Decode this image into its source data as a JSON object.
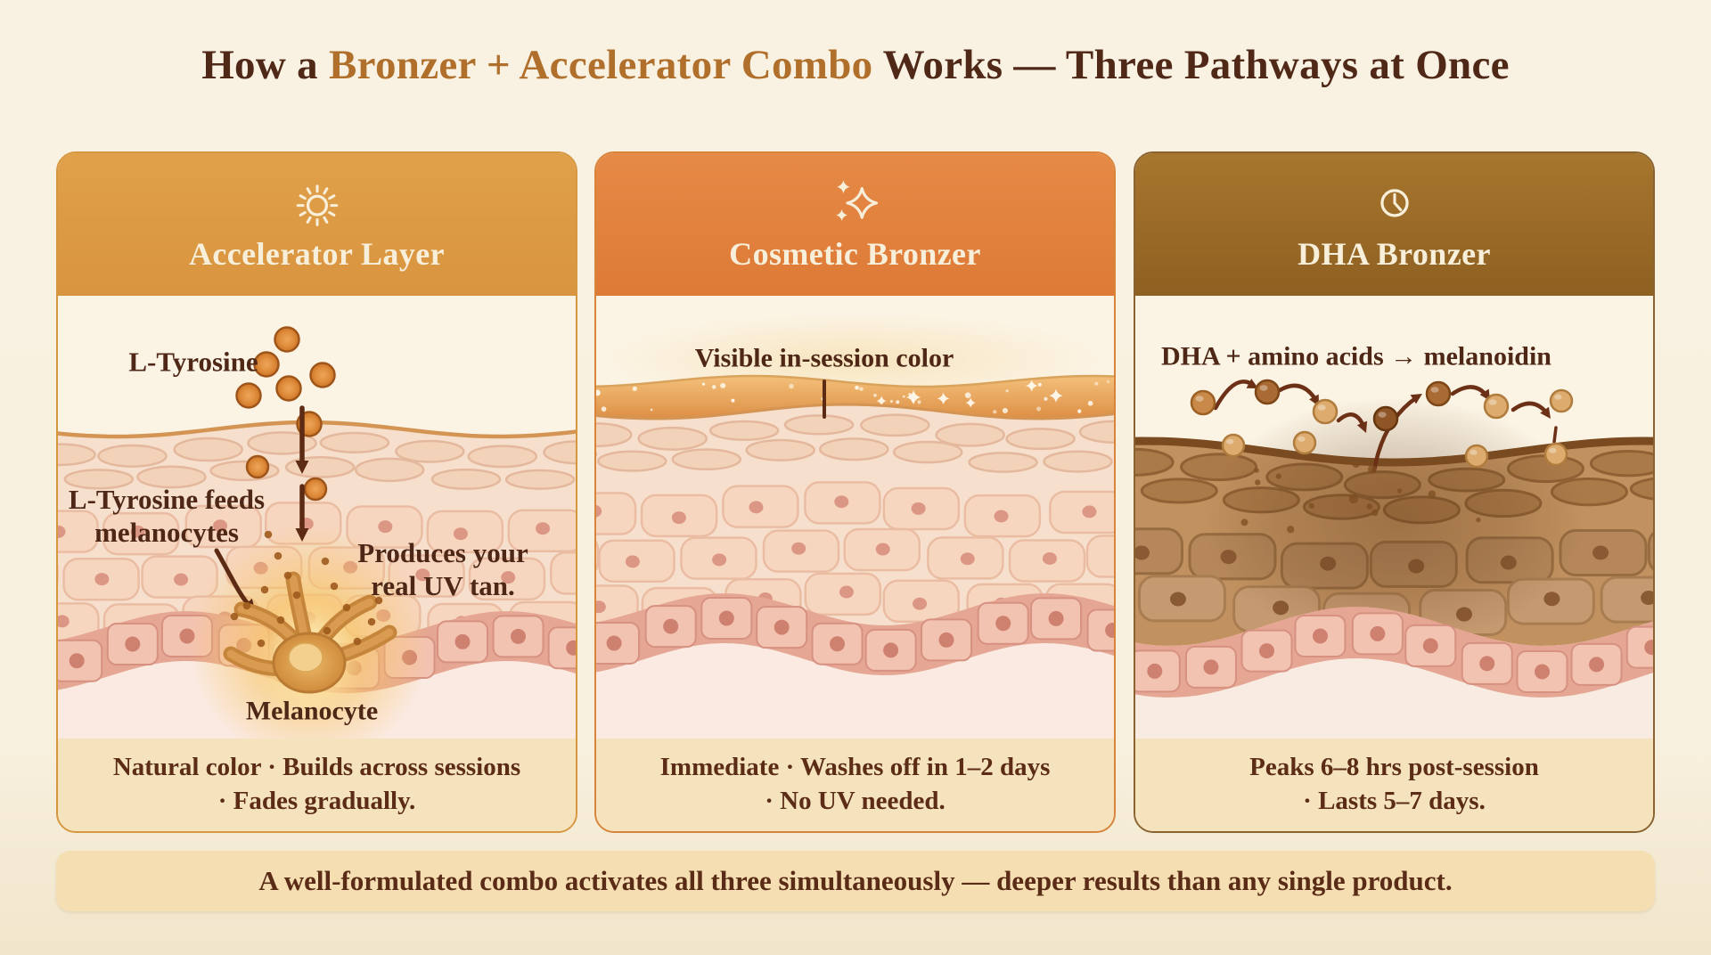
{
  "title": {
    "part1": "How a ",
    "accent": "Bronzer + Accelerator Combo",
    "part2": " Works — Three Pathways at Once"
  },
  "panels": [
    {
      "id": "accelerator",
      "icon": "sun-icon",
      "title": "Accelerator Layer",
      "labels": {
        "l_tyrosine": "L-Tyrosine",
        "feeds_line1": "L-Tyrosine feeds",
        "feeds_line2": "melanocytes",
        "produces_line1": "Produces your",
        "produces_line2": "real UV tan.",
        "melanocyte": "Melanocyte"
      },
      "caption_line1": "Natural color · Builds across sessions",
      "caption_line2": "· Fades gradually.",
      "header_color": "#e0a04a",
      "header_color2": "#d9943f",
      "border_color": "#d6973f"
    },
    {
      "id": "cosmetic",
      "icon": "sparkles-icon",
      "title": "Cosmetic Bronzer",
      "labels": {
        "surface": "Visible in-session color"
      },
      "caption_line1": "Immediate · Washes off in 1–2 days",
      "caption_line2": "· No UV needed.",
      "header_color": "#e68a47",
      "header_color2": "#dd7a36",
      "border_color": "#d8843a"
    },
    {
      "id": "dha",
      "icon": "clock-icon",
      "title": "DHA Bronzer",
      "labels": {
        "reaction": "DHA + amino acids → melanoidin"
      },
      "caption_line1": "Peaks 6–8 hrs post-session",
      "caption_line2": "· Lasts 5–7 days.",
      "header_color": "#a7762e",
      "header_color2": "#8e6021",
      "border_color": "#8a6331"
    }
  ],
  "banner": {
    "text": "A well-formulated combo activates all three simultaneously — deeper results than any single product."
  },
  "palette": {
    "page_bg": "#f8f1e1",
    "title_brown": "#4f2817",
    "title_accent": "#b0702c",
    "header_text": "#f8efda",
    "panel_body_bg": "#fbf3e4",
    "caption_bg": "#f4e3bd",
    "caption_text": "#5c2c17",
    "label_text": "#4e2716",
    "banner_bg": "#f4deb2",
    "banner_text": "#5a2b16",
    "arrow": "#5d2b13",
    "molecule_light": "#eda558",
    "molecule_dark": "#cf7527",
    "molecule_edge": "#9e551a",
    "skin_pink": {
      "epidermis": "#f6e0cd",
      "lens_fill": "#f3d2ba",
      "lens_stroke": "#e4b89c",
      "cell_fill": "#f7d6c0",
      "cell_stroke": "#eabda3",
      "nucleus": "#dc9784",
      "basal_bg": "#e5a693",
      "basal_cell": "#f3c3b1",
      "basal_stroke": "#d69181",
      "basal_nucleus": "#cf8170",
      "dermis": "#faeae2",
      "surface": "#d49554"
    },
    "skin_brown": {
      "epidermis": "#c1915f",
      "lens_fill": "#ab7a49",
      "lens_stroke": "#8f6134",
      "cell_fill1": "#b5875a",
      "cell_stroke1": "#976c41",
      "cell_fill2": "#c69a70",
      "cell_stroke2": "#a97d52",
      "nucleus": "#8a5a33",
      "basal_bg": "#e5a693",
      "basal_cell": "#f3c3b1",
      "basal_stroke": "#d69181",
      "basal_nucleus": "#cf8170",
      "dermis": "#f8ece2",
      "surface": "#7a4a20"
    },
    "glitter_band_top": "#f3c07b",
    "glitter_band_bottom": "#dd8f45",
    "melanocyte_fill": "#d89b4f",
    "melanocyte_stroke": "#b97a33",
    "glow": "#f7c566",
    "dha_arrow": "#6b3016"
  }
}
